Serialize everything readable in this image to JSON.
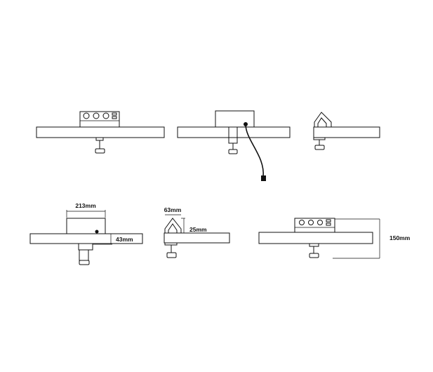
{
  "labels": {
    "width": "213mm",
    "clamp_depth": "43mm",
    "side_width": "63mm",
    "side_height": "25mm",
    "max_thickness": "150mm"
  },
  "colors": {
    "line": "#111111",
    "background": "#ffffff"
  }
}
